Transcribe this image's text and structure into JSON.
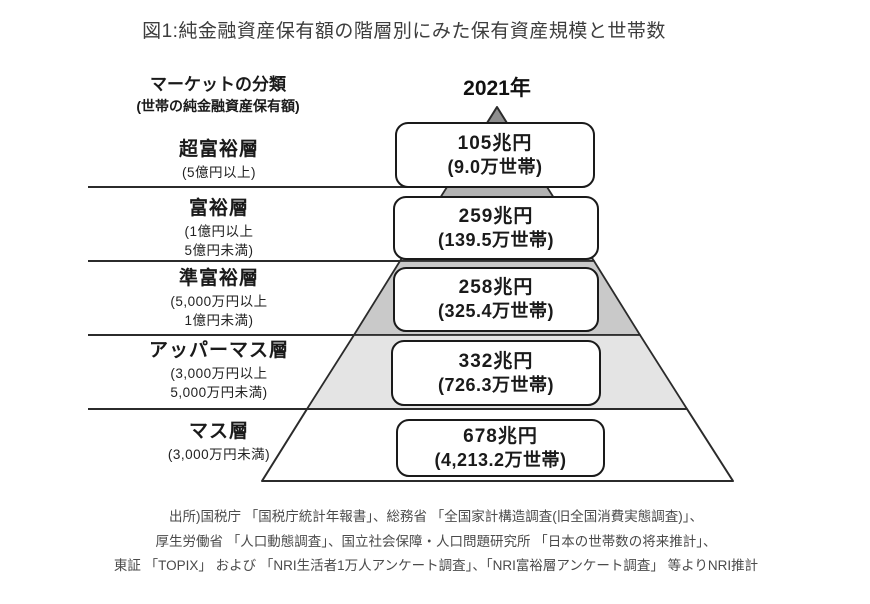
{
  "figure": {
    "title": "図1:純金融資産保有額の階層別にみた保有資産規模と世帯数",
    "year_header": "2021年",
    "market_header": {
      "line1": "マーケットの分類",
      "line2": "(世帯の純金融資産保有額)"
    },
    "tiers": [
      {
        "name": "超富裕層",
        "range": [
          "(5億円以上)"
        ],
        "amount": "105兆円",
        "households": "(9.0万世帯)"
      },
      {
        "name": "富裕層",
        "range": [
          "(1億円以上",
          "5億円未満)"
        ],
        "amount": "259兆円",
        "households": "(139.5万世帯)"
      },
      {
        "name": "準富裕層",
        "range": [
          "(5,000万円以上",
          "1億円未満)"
        ],
        "amount": "258兆円",
        "households": "(325.4万世帯)"
      },
      {
        "name": "アッパーマス層",
        "range": [
          "(3,000万円以上",
          "5,000万円未満)"
        ],
        "amount": "332兆円",
        "households": "(726.3万世帯)"
      },
      {
        "name": "マス層",
        "range": [
          "(3,000万円未満)"
        ],
        "amount": "678兆円",
        "households": "(4,213.2万世帯)"
      }
    ],
    "band_colors": [
      "#8e8e8e",
      "#b3b3b3",
      "#c9c9c9",
      "#e4e4e4",
      "#ffffff"
    ],
    "source_lines": [
      "出所)国税庁 「国税庁統計年報書」、総務省 「全国家計構造調査(旧全国消費実態調査)」、",
      "厚生労働省 「人口動態調査」、国立社会保障・人口問題研究所 「日本の世帯数の将来推計」、",
      "東証 「TOPIX」 および 「NRI生活者1万人アンケート調査」、「NRI富裕層アンケート調査」 等よりNRI推計"
    ]
  },
  "chart_data": {
    "type": "pyramid",
    "title": "図1:純金融資産保有額の階層別にみた保有資産規模と世帯数",
    "year": "2021年",
    "categories": [
      "超富裕層",
      "富裕層",
      "準富裕層",
      "アッパーマス層",
      "マス層"
    ],
    "asset_ranges": [
      "5億円以上",
      "1億円以上5億円未満",
      "5,000万円以上1億円未満",
      "3,000万円以上5,000万円未満",
      "3,000万円未満"
    ],
    "series": [
      {
        "name": "保有資産規模(兆円)",
        "values": [
          105,
          259,
          258,
          332,
          678
        ]
      },
      {
        "name": "世帯数(万世帯)",
        "values": [
          9.0,
          139.5,
          325.4,
          726.3,
          4213.2
        ]
      }
    ],
    "source": "国税庁・総務省・厚生労働省・国立社会保障・人口問題研究所・東証TOPIX・NRIアンケート調査等よりNRI推計"
  }
}
